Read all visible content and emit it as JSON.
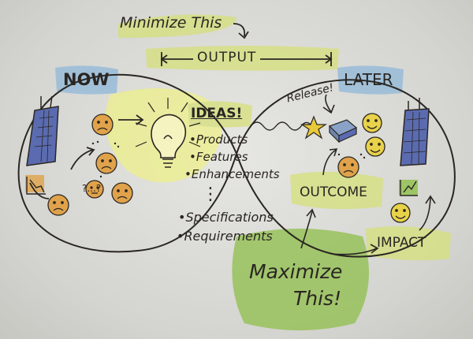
{
  "header": {
    "minimize_label": "Minimize This",
    "output_label": "OUTPUT"
  },
  "states": {
    "now_label": "NOW",
    "later_label": "LATER"
  },
  "ideas": {
    "title": "IDEAS!",
    "items": [
      "•Products",
      "•Features",
      "•Enhancements"
    ],
    "ellipsis": "⋮",
    "items_secondary": [
      "•Specifications",
      "•Requirements"
    ]
  },
  "release_label": "Release!",
  "outcome_label": "OUTCOME",
  "impact_label": "IMPACT",
  "maximize": {
    "line1": "Maximize",
    "line2": "This!"
  },
  "now_confusion_label": "?...?",
  "colors": {
    "ink": "#2a2622",
    "highlight_green": "#d6e07a",
    "highlight_blue": "#8fb8d9",
    "face_orange": "#e0a24a",
    "face_yellow": "#e8d24a",
    "building_blue": "#5a6bb0",
    "maximize_green": "#8fbf4a",
    "star_yellow": "#e8c93a",
    "bulb_glow": "#eef08a"
  },
  "icons": [
    "building-icon",
    "lightbulb-icon",
    "sad-face-icon",
    "smiley-face-icon",
    "star-icon",
    "chart-up-icon",
    "chart-down-icon",
    "arrow-icon"
  ]
}
